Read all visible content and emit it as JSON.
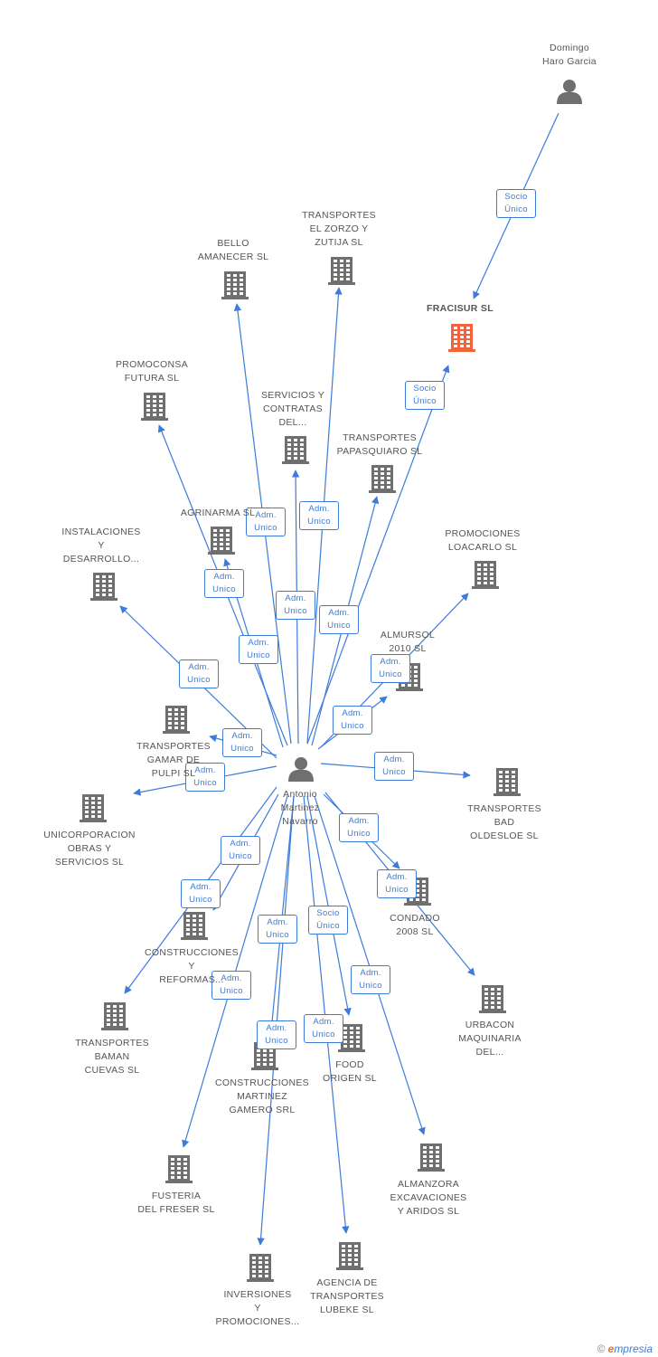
{
  "colors": {
    "edge": "#3d7bd9",
    "node": "#6f6f6f",
    "highlight": "#f0643c",
    "text": "#555555"
  },
  "nodes": [
    {
      "id": "domingo",
      "kind": "person",
      "lines": [
        "Domingo",
        "Haro Garcia"
      ]
    },
    {
      "id": "fracisur",
      "kind": "company-highlight",
      "lines": [
        "FRACISUR SL"
      ]
    },
    {
      "id": "antonio",
      "kind": "person",
      "lines": [
        "Antonio",
        "Martinez",
        "Navarro"
      ]
    },
    {
      "id": "bello",
      "kind": "company",
      "lines": [
        "BELLO",
        "AMANECER SL"
      ]
    },
    {
      "id": "zorzo",
      "kind": "company",
      "lines": [
        "TRANSPORTES",
        "EL ZORZO Y",
        "ZUTIJA SL"
      ]
    },
    {
      "id": "promoconsa",
      "kind": "company",
      "lines": [
        "PROMOCONSA",
        "FUTURA SL"
      ]
    },
    {
      "id": "servicios",
      "kind": "company",
      "lines": [
        "SERVICIOS Y",
        "CONTRATAS",
        "DEL..."
      ]
    },
    {
      "id": "papasquiaro",
      "kind": "company",
      "lines": [
        "TRANSPORTES",
        "PAPASQUIARO SL"
      ]
    },
    {
      "id": "agrinarma",
      "kind": "company",
      "lines": [
        "AGRINARMA SL"
      ]
    },
    {
      "id": "instalaciones",
      "kind": "company",
      "lines": [
        "INSTALACIONES",
        "Y",
        "DESARROLLO..."
      ]
    },
    {
      "id": "loacarlo",
      "kind": "company",
      "lines": [
        "PROMOCIONES",
        "LOACARLO SL"
      ]
    },
    {
      "id": "almursol",
      "kind": "company",
      "lines": [
        "ALMURSOL",
        "2010 SL"
      ]
    },
    {
      "id": "gamar",
      "kind": "company",
      "lines": [
        "TRANSPORTES",
        "GAMAR DE",
        "PULPI SL"
      ]
    },
    {
      "id": "unicorp",
      "kind": "company",
      "lines": [
        "UNICORPORACION",
        "OBRAS Y",
        "SERVICIOS SL"
      ]
    },
    {
      "id": "bad",
      "kind": "company",
      "lines": [
        "TRANSPORTES",
        "BAD",
        "OLDESLOE SL"
      ]
    },
    {
      "id": "condado",
      "kind": "company",
      "lines": [
        "CONDADO",
        "2008 SL"
      ]
    },
    {
      "id": "construcciones",
      "kind": "company",
      "lines": [
        "CONSTRUCCIONES",
        "Y",
        "REFORMAS..."
      ]
    },
    {
      "id": "urbacon",
      "kind": "company",
      "lines": [
        "URBACON",
        "MAQUINARIA",
        "DEL..."
      ]
    },
    {
      "id": "baman",
      "kind": "company",
      "lines": [
        "TRANSPORTES",
        "BAMAN",
        "CUEVAS SL"
      ]
    },
    {
      "id": "cmgamero",
      "kind": "company",
      "lines": [
        "CONSTRUCCIONES",
        "MARTINEZ",
        "GAMERO SRL"
      ]
    },
    {
      "id": "food",
      "kind": "company",
      "lines": [
        "FOOD",
        "ORIGEN  SL"
      ]
    },
    {
      "id": "almanzora",
      "kind": "company",
      "lines": [
        "ALMANZORA",
        "EXCAVACIONES",
        "Y ARIDOS SL"
      ]
    },
    {
      "id": "fusteria",
      "kind": "company",
      "lines": [
        "FUSTERIA",
        "DEL FRESER SL"
      ]
    },
    {
      "id": "inversiones",
      "kind": "company",
      "lines": [
        "INVERSIONES",
        "Y",
        "PROMOCIONES..."
      ]
    },
    {
      "id": "lubeke",
      "kind": "company",
      "lines": [
        "AGENCIA DE",
        "TRANSPORTES",
        "LUBEKE SL"
      ]
    }
  ],
  "edges": [
    {
      "from": "domingo",
      "to": "fracisur",
      "label": [
        "Socio",
        "Único"
      ]
    },
    {
      "from": "antonio",
      "to": "fracisur",
      "label": [
        "Socio",
        "Único"
      ]
    },
    {
      "from": "antonio",
      "to": "bello",
      "label": [
        "Adm.",
        "Unico"
      ]
    },
    {
      "from": "antonio",
      "to": "zorzo",
      "label": [
        "Adm.",
        "Unico"
      ]
    },
    {
      "from": "antonio",
      "to": "promoconsa",
      "label": [
        "Adm.",
        "Unico"
      ]
    },
    {
      "from": "antonio",
      "to": "servicios",
      "label": [
        "Adm.",
        "Unico"
      ]
    },
    {
      "from": "antonio",
      "to": "papasquiaro",
      "label": [
        "Adm.",
        "Unico"
      ]
    },
    {
      "from": "antonio",
      "to": "agrinarma",
      "label": [
        "Adm.",
        "Unico"
      ]
    },
    {
      "from": "antonio",
      "to": "instalaciones",
      "label": [
        "Adm.",
        "Unico"
      ]
    },
    {
      "from": "antonio",
      "to": "loacarlo",
      "label": [
        "Adm.",
        "Unico"
      ]
    },
    {
      "from": "antonio",
      "to": "almursol",
      "label": [
        "Adm.",
        "Unico"
      ]
    },
    {
      "from": "antonio",
      "to": "gamar",
      "label": [
        "Adm.",
        "Unico"
      ]
    },
    {
      "from": "antonio",
      "to": "unicorp",
      "label": [
        "Adm.",
        "Unico"
      ]
    },
    {
      "from": "antonio",
      "to": "bad",
      "label": [
        "Adm.",
        "Unico"
      ]
    },
    {
      "from": "antonio",
      "to": "condado",
      "label": [
        "Adm.",
        "Unico"
      ]
    },
    {
      "from": "antonio",
      "to": "construcciones",
      "label": [
        "Adm.",
        "Unico"
      ]
    },
    {
      "from": "antonio",
      "to": "urbacon",
      "label": [
        "Adm.",
        "Unico"
      ]
    },
    {
      "from": "antonio",
      "to": "baman",
      "label": [
        "Adm.",
        "Unico"
      ]
    },
    {
      "from": "antonio",
      "to": "cmgamero",
      "label": [
        "Adm.",
        "Unico"
      ]
    },
    {
      "from": "antonio",
      "to": "food",
      "label": [
        "Socio",
        "Único"
      ]
    },
    {
      "from": "antonio",
      "to": "almanzora",
      "label": [
        "Adm.",
        "Unico"
      ]
    },
    {
      "from": "antonio",
      "to": "fusteria",
      "label": [
        "Adm.",
        "Unico"
      ]
    },
    {
      "from": "antonio",
      "to": "inversiones",
      "label": [
        "Adm.",
        "Unico"
      ]
    },
    {
      "from": "antonio",
      "to": "lubeke",
      "label": [
        "Adm.",
        "Unico"
      ]
    }
  ],
  "watermark": {
    "copyright": "©",
    "brand_initial": "e",
    "brand_rest": "mpresia"
  }
}
